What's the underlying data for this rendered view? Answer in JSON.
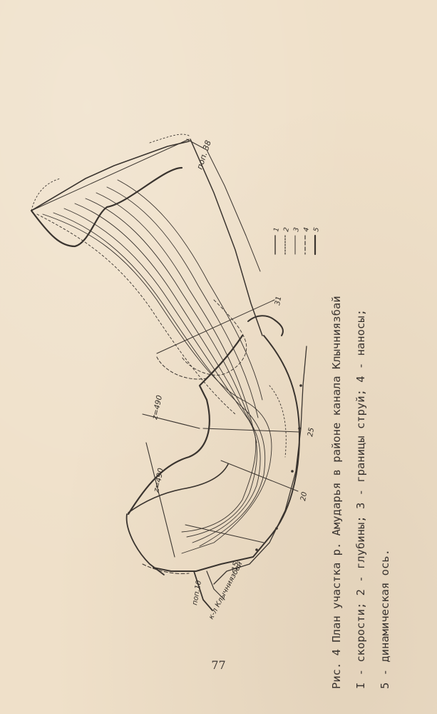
{
  "figure": {
    "caption_line1": "Рис. 4    План участка р. Амударья в районе канала Клычниязбай",
    "caption_line2": "I - скорости; 2 - глубины; 3 - границы струй; 4 - наносы;",
    "caption_line3": "5 - динамическая ось."
  },
  "map_labels": {
    "section_top": "поп. 38",
    "section_bottom": "поп.10",
    "canal_name": "к-л Клычниязбай",
    "z1": "z=490",
    "z2": "z=490",
    "marker_31": "31",
    "marker_25": "25",
    "marker_20": "20",
    "marker_15": "15"
  },
  "legend": {
    "items": [
      "1",
      "2",
      "3",
      "4",
      "5"
    ]
  },
  "page": {
    "number": "77"
  }
}
